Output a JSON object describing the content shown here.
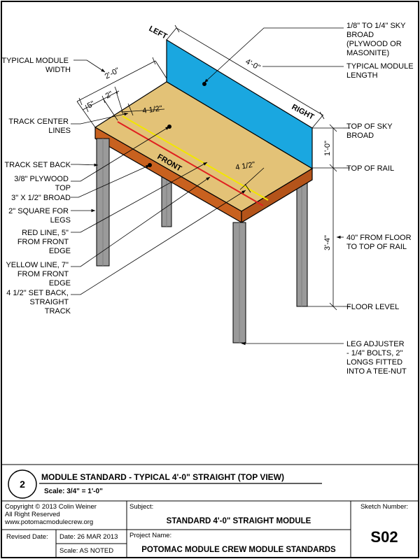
{
  "drawing": {
    "labels_left": [
      {
        "lines": [
          "TYPICAL MODULE",
          "WIDTH"
        ]
      },
      {
        "lines": [
          "TRACK CENTER",
          "LINES"
        ]
      },
      {
        "lines": [
          "TRACK SET BACK"
        ]
      },
      {
        "lines": [
          "3/8\" PLYWOOD",
          "TOP"
        ]
      },
      {
        "lines": [
          "3\" X 1/2\" BROAD"
        ]
      },
      {
        "lines": [
          "2\" SQUARE FOR",
          "LEGS"
        ]
      },
      {
        "lines": [
          "RED LINE, 5\"",
          "FROM FRONT",
          "EDGE"
        ]
      },
      {
        "lines": [
          "YELLOW LINE, 7\"",
          "FROM FRONT",
          "EDGE"
        ]
      },
      {
        "lines": [
          "4 1/2\" SET BACK,",
          "STRAIGHT",
          "TRACK"
        ]
      }
    ],
    "labels_right": [
      {
        "lines": [
          "1/8\" TO 1/4\"  SKY",
          "BROAD",
          "(PLYWOOD OR",
          "MASONITE)"
        ]
      },
      {
        "lines": [
          "TYPICAL MODULE",
          "LENGTH"
        ]
      },
      {
        "lines": [
          "TOP OF SKY",
          "BROAD"
        ]
      },
      {
        "lines": [
          "TOP OF RAIL"
        ]
      },
      {
        "lines": [
          "40\" FROM FLOOR",
          "TO TOP OF RAIL"
        ]
      },
      {
        "lines": [
          "FLOOR LEVEL"
        ]
      },
      {
        "lines": [
          "LEG ADJUSTER",
          "- 1/4\" BOLTS, 2\"",
          "LONGS FITTED",
          "INTO A TEE-NUT"
        ]
      }
    ],
    "side_labels": {
      "left": "LEFT",
      "right": "RIGHT",
      "front": "FRONT"
    },
    "dimensions": {
      "width": "2'-0\"",
      "length": "4'-0\"",
      "five": "5\"",
      "two": "2\"",
      "setback_top": "4 1/2\"",
      "setback_front": "4 1/2\"",
      "sky_height": "1'-0\"",
      "rail_height": "3'-4\""
    },
    "colors": {
      "sky_board": "#1aa7e0",
      "plywood_top": "#e3c277",
      "frame": "#c8611f",
      "leg": "#9a9a9a",
      "red_line": "#e02020",
      "yellow_line": "#f2e600"
    }
  },
  "title_block": {
    "drawing_number": "2",
    "drawing_title": "MODULE STANDARD - TYPICAL 4'-0\" STRAIGHT (TOP  VIEW)",
    "scale": "Scale: 3/4\" = 1'-0\"",
    "copyright": [
      "Copyright © 2013 Colin Weiner",
      "All Right Reserved",
      "www.potomacmodulecrew.org"
    ],
    "subject_label": "Subject:",
    "subject": "STANDARD 4'-0\" STRAIGHT MODULE",
    "sketch_number_label": "Sketch Number:",
    "sketch_number": "S02",
    "revised_date_label": "Revised Date:",
    "date": "Date:  26 MAR 2013",
    "scale_field": "Scale: AS NOTED",
    "project_name_label": "Project Name:",
    "project_name": "POTOMAC MODULE CREW MODULE STANDARDS"
  }
}
